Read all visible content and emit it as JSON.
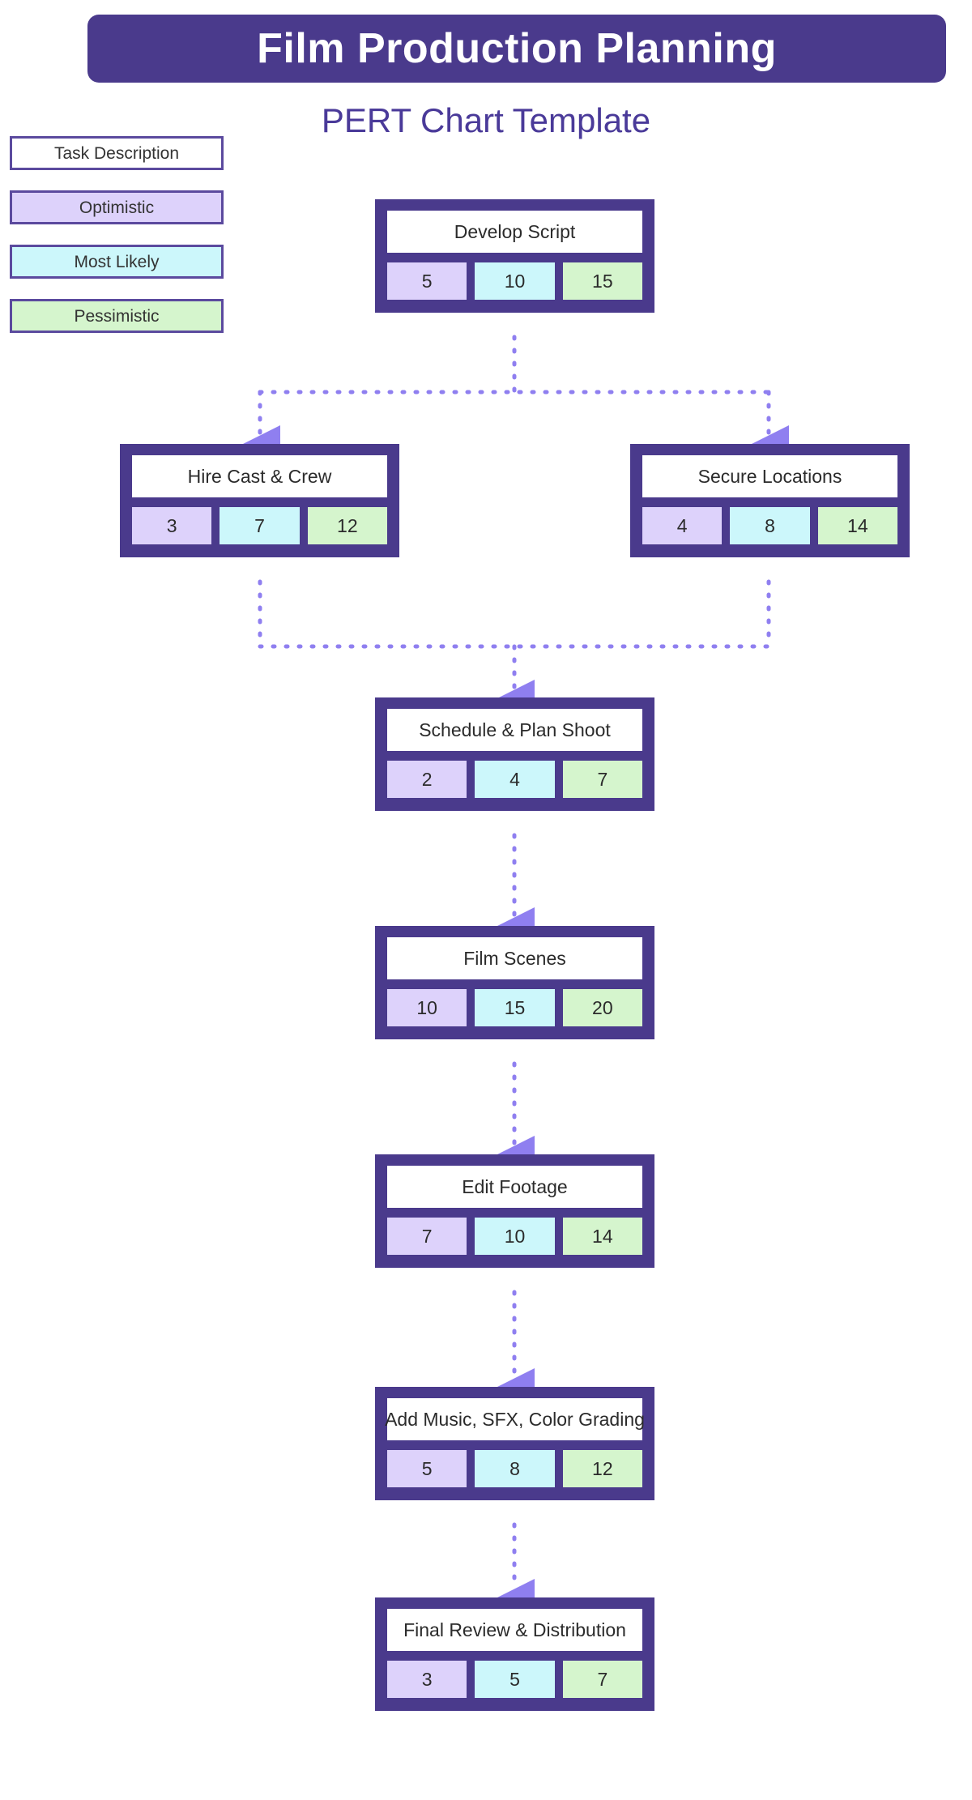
{
  "header": {
    "title": "Film Production Planning",
    "subtitle": "PERT Chart Template"
  },
  "colors": {
    "frame": "#4a3a8c",
    "banner_bg": "#4a3a8c",
    "banner_text": "#ffffff",
    "subtitle_text": "#4a3a99",
    "optimistic": "#ddd2fb",
    "most_likely": "#ccf7fb",
    "pessimistic": "#d5f5cd",
    "task_description": "#ffffff",
    "connector": "#8f7ff0"
  },
  "legend": {
    "items": [
      {
        "label": "Task Description",
        "swatch": "#ffffff"
      },
      {
        "label": "Optimistic",
        "swatch": "#ddd2fb"
      },
      {
        "label": "Most Likely",
        "swatch": "#ccf7fb"
      },
      {
        "label": "Pessimistic",
        "swatch": "#d5f5cd"
      }
    ]
  },
  "chart_data": {
    "type": "diagram",
    "title": "Film Production Planning",
    "subtitle": "PERT Chart Template",
    "value_labels": [
      "Optimistic",
      "Most Likely",
      "Pessimistic"
    ],
    "nodes": [
      {
        "id": "develop",
        "label": "Develop Script",
        "optimistic": "5",
        "most_likely": "10",
        "pessimistic": "15"
      },
      {
        "id": "hire",
        "label": "Hire Cast & Crew",
        "optimistic": "3",
        "most_likely": "7",
        "pessimistic": "12"
      },
      {
        "id": "secure",
        "label": "Secure Locations",
        "optimistic": "4",
        "most_likely": "8",
        "pessimistic": "14"
      },
      {
        "id": "schedule",
        "label": "Schedule & Plan Shoot",
        "optimistic": "2",
        "most_likely": "4",
        "pessimistic": "7"
      },
      {
        "id": "film",
        "label": "Film Scenes",
        "optimistic": "10",
        "most_likely": "15",
        "pessimistic": "20"
      },
      {
        "id": "edit",
        "label": "Edit Footage",
        "optimistic": "7",
        "most_likely": "10",
        "pessimistic": "14"
      },
      {
        "id": "music",
        "label": "Add Music, SFX, Color Grading",
        "optimistic": "5",
        "most_likely": "8",
        "pessimistic": "12"
      },
      {
        "id": "final",
        "label": "Final Review & Distribution",
        "optimistic": "3",
        "most_likely": "5",
        "pessimistic": "7"
      }
    ],
    "edges": [
      {
        "from": "develop",
        "to": "hire"
      },
      {
        "from": "develop",
        "to": "secure"
      },
      {
        "from": "hire",
        "to": "schedule"
      },
      {
        "from": "secure",
        "to": "schedule"
      },
      {
        "from": "schedule",
        "to": "film"
      },
      {
        "from": "film",
        "to": "edit"
      },
      {
        "from": "edit",
        "to": "music"
      },
      {
        "from": "music",
        "to": "final"
      }
    ]
  }
}
